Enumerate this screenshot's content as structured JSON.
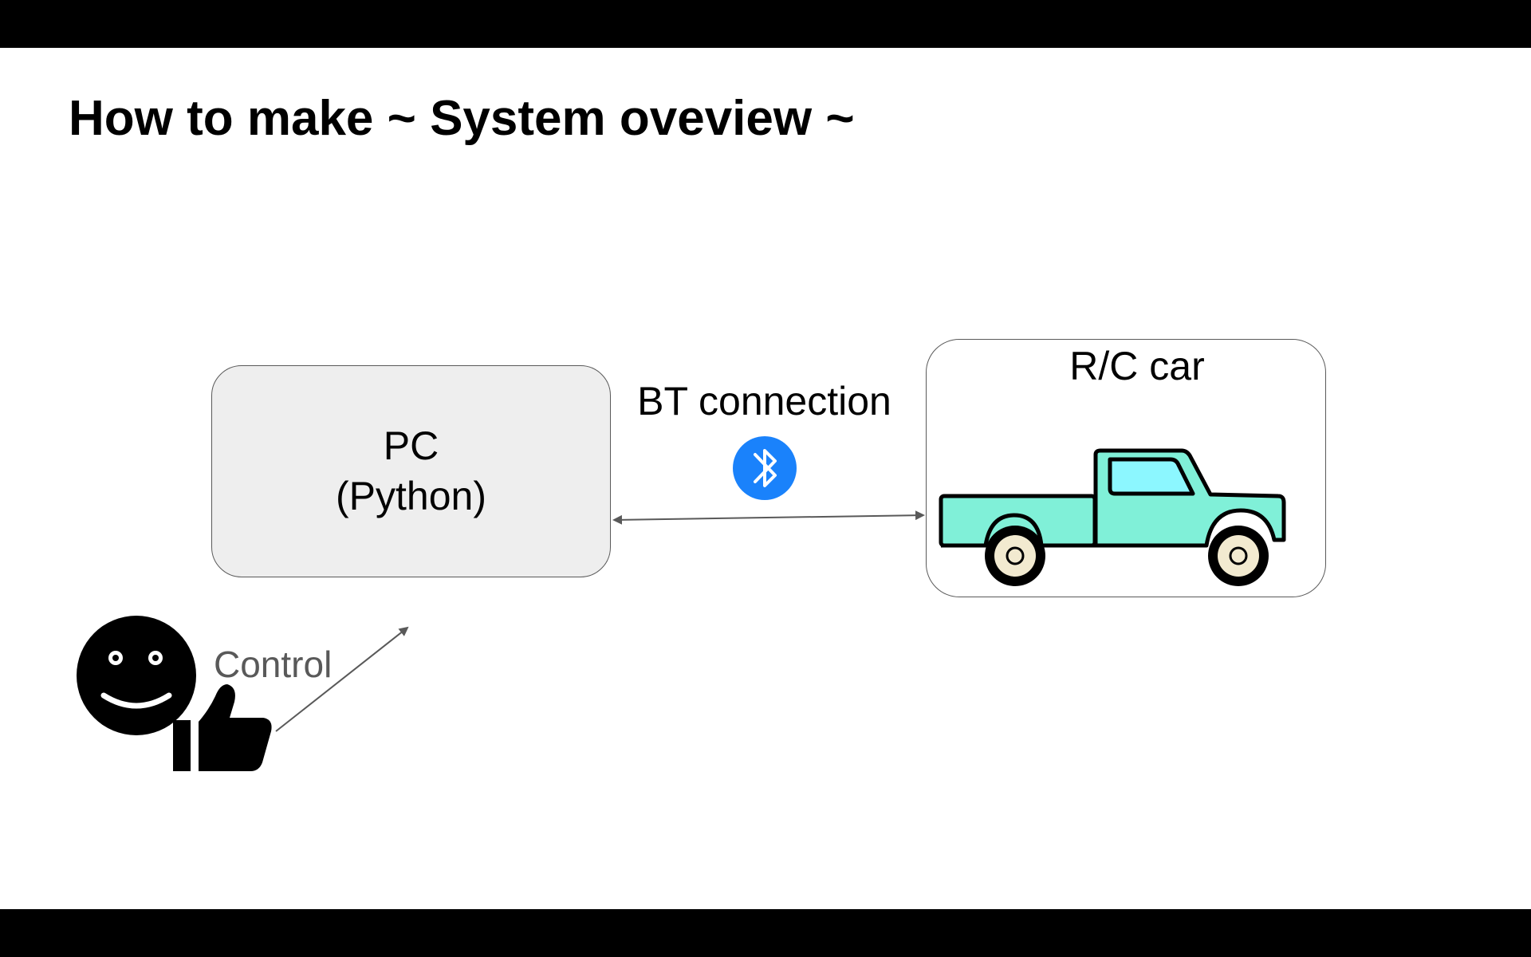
{
  "slide": {
    "title": "How to make ~ System oveview ~"
  },
  "diagram": {
    "pc_box": {
      "line1": "PC",
      "line2": "(Python)"
    },
    "car_box": {
      "label": "R/C car"
    },
    "connection": {
      "label": "BT connection",
      "icon": "bluetooth-icon"
    },
    "user": {
      "control_label": "Control",
      "icons": [
        "smiley-face-icon",
        "thumbs-up-icon"
      ]
    },
    "colors": {
      "pc_fill": "#eeeeee",
      "box_border": "#595959",
      "bluetooth_blue": "#1a82fb",
      "truck_body": "#80f0d8",
      "truck_window": "#8cf7ff",
      "wheel_hub": "#f2ead0",
      "arrow": "#595959",
      "control_text": "#595959"
    }
  }
}
